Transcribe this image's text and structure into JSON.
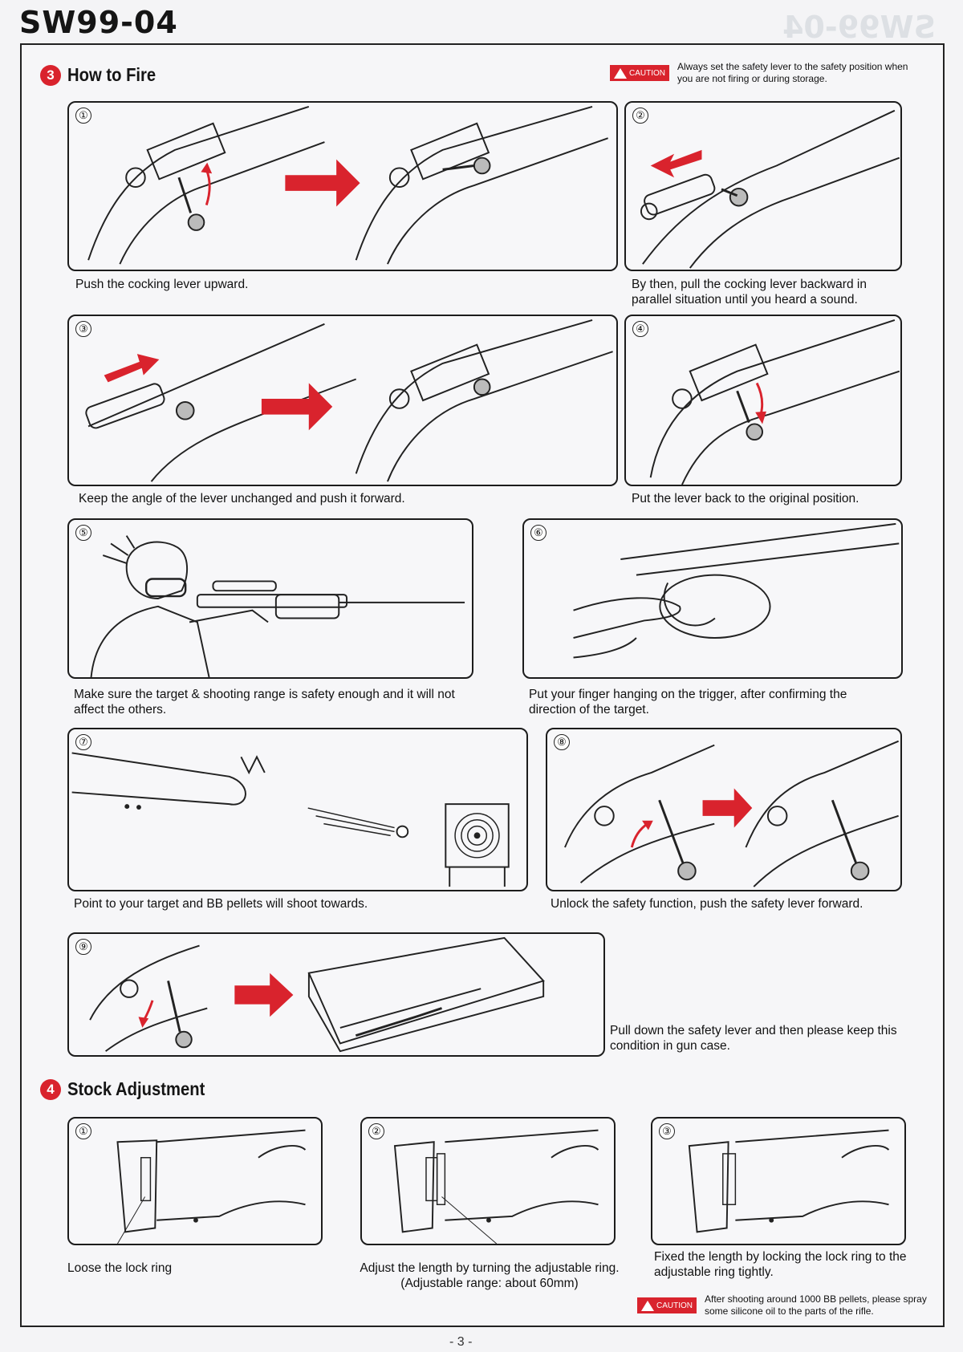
{
  "doc": {
    "model": "SW99-04",
    "page_mark": "- 3 -"
  },
  "fire": {
    "num": "3",
    "title": "How to Fire",
    "caution_badge": "CAUTION",
    "caution_text": "Always set the safety lever to the safety position when you are not firing or during storage.",
    "steps": [
      {
        "n": "①",
        "caption": "Push the cocking lever upward."
      },
      {
        "n": "②",
        "caption": "By then, pull the cocking lever backward in parallel situation until you heard a sound."
      },
      {
        "n": "③",
        "caption": "Keep the angle of the lever unchanged and push it forward."
      },
      {
        "n": "④",
        "caption": "Put the lever back to the original position."
      },
      {
        "n": "⑤",
        "caption": "Make sure the target & shooting range is safety enough and it will not affect the others."
      },
      {
        "n": "⑥",
        "caption": "Put your finger hanging on the trigger, after confirming the direction of the target."
      },
      {
        "n": "⑦",
        "caption": "Point to your target and BB pellets will shoot towards."
      },
      {
        "n": "⑧",
        "caption": "Unlock the safety function, push the safety lever forward."
      },
      {
        "n": "⑨",
        "caption": "Pull down the safety lever and then please keep this condition in gun case."
      }
    ]
  },
  "stock": {
    "num": "4",
    "title": "Stock Adjustment",
    "steps": [
      {
        "n": "①",
        "caption": "Loose the lock ring"
      },
      {
        "n": "②",
        "caption": "Adjust the length by turning the adjustable ring.",
        "caption2": "(Adjustable range: about 60mm)"
      },
      {
        "n": "③",
        "caption": "Fixed the length by locking the lock ring to the adjustable ring tightly."
      }
    ],
    "caution_badge": "CAUTION",
    "caution_text": "After shooting around 1000 BB pellets, please spray some silicone oil to the parts of the rifle."
  },
  "colors": {
    "accent": "#d9232d",
    "ink": "#1c1c1c",
    "paper": "#f6f6f8"
  }
}
